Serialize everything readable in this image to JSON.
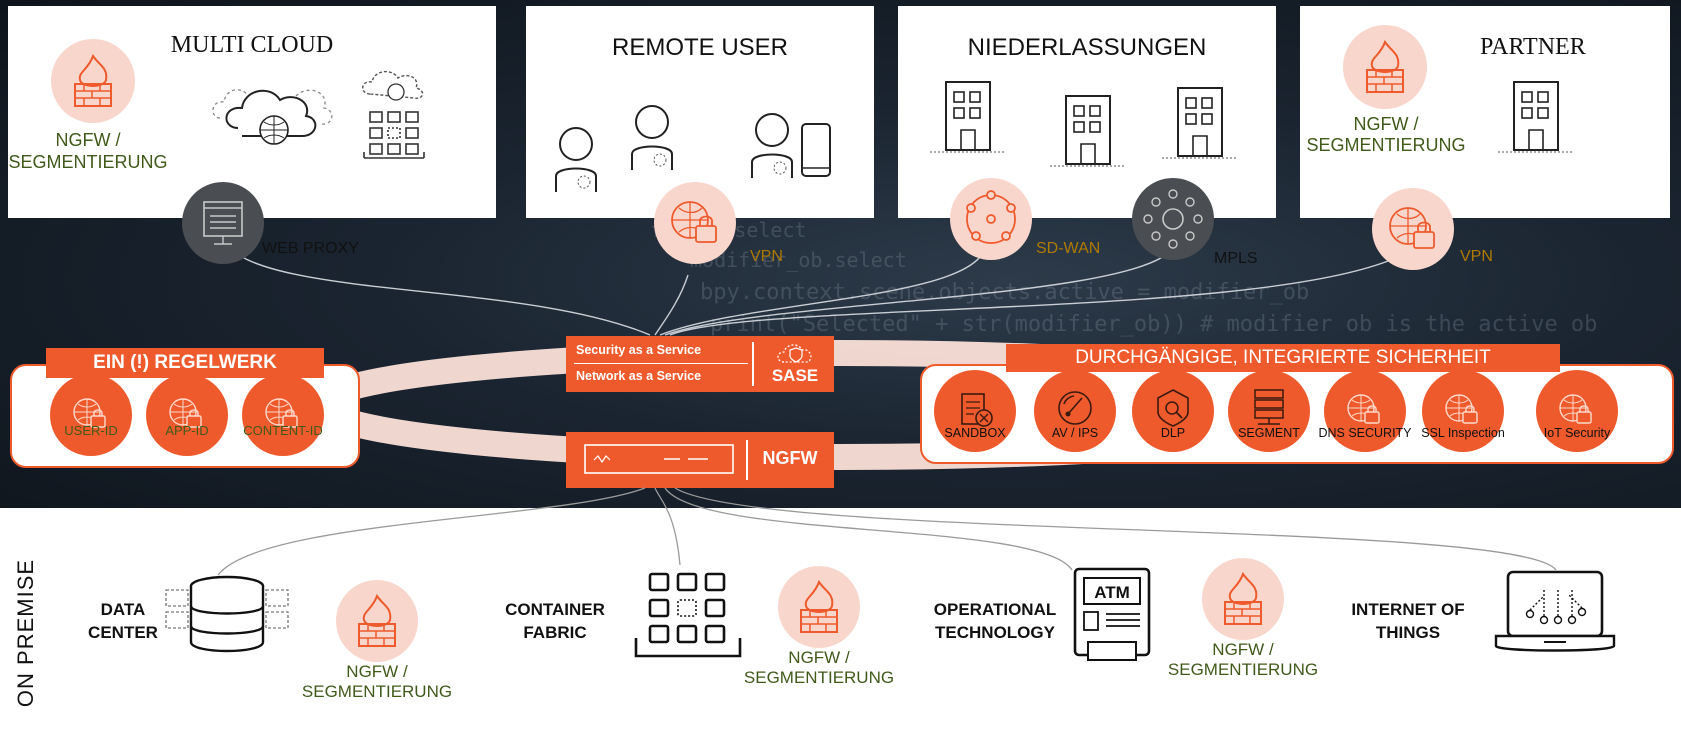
{
  "colors": {
    "orange": "#ee5a2c",
    "pink": "#f9d6cc",
    "dark_bg": "#1a2430",
    "green": "#3f5a1a",
    "gold": "#b07a00"
  },
  "background_code": [
    "for_ob.select",
    "modifier_ob.select",
    "bpy.context.scene.objects.active = modifier_ob",
    "print(\"Selected\" + str(modifier_ob)) # modifier ob is the active ob"
  ],
  "cards": {
    "multicloud": {
      "title": "MULTI CLOUD",
      "ngfw_label_1": "NGFW /",
      "ngfw_label_2": "SEGMENTIERUNG",
      "connector_label": "WEB PROXY",
      "icons": [
        "firewall-icon",
        "cloud-globe-icon",
        "cloud-grid-icon",
        "web-proxy-icon"
      ]
    },
    "remote_user": {
      "title": "REMOTE USER",
      "connector_label": "VPN",
      "icons": [
        "user-icon",
        "user-icon",
        "user-phone-icon",
        "vpn-globe-lock-icon"
      ]
    },
    "niederlassungen": {
      "title": "NIEDERLASSUNGEN",
      "connector_label_1": "SD-WAN",
      "connector_label_2": "MPLS",
      "icons": [
        "building-icon",
        "building-icon",
        "building-icon",
        "sdwan-icon",
        "mpls-icon"
      ]
    },
    "partner": {
      "title": "PARTNER",
      "ngfw_label_1": "NGFW /",
      "ngfw_label_2": "SEGMENTIERUNG",
      "connector_label": "VPN",
      "icons": [
        "firewall-icon",
        "building-icon",
        "vpn-globe-lock-icon"
      ]
    }
  },
  "sase": {
    "line1": "Security as a Service",
    "line2": "Network as a Service",
    "label": "SASE"
  },
  "ngfw_box": {
    "label": "NGFW"
  },
  "regelwerk": {
    "title": "EIN (!) REGELWERK",
    "items": [
      {
        "label": "USER-ID",
        "icon": "globe-lock-icon"
      },
      {
        "label": "APP-ID",
        "icon": "globe-lock-icon"
      },
      {
        "label": "CONTENT-ID",
        "icon": "globe-lock-icon"
      }
    ]
  },
  "sicherheit": {
    "title": "DURCHGÄNGIGE, INTEGRIERTE SICHERHEIT",
    "items": [
      {
        "label": "SANDBOX",
        "icon": "sandbox-icon"
      },
      {
        "label": "AV / IPS",
        "icon": "av-ips-icon"
      },
      {
        "label": "DLP",
        "icon": "dlp-icon"
      },
      {
        "label": "SEGMENT",
        "icon": "segment-icon"
      },
      {
        "label": "DNS SECURITY",
        "icon": "globe-lock-icon"
      },
      {
        "label": "SSL Inspection",
        "icon": "globe-lock-icon"
      },
      {
        "label": "IoT Security",
        "icon": "globe-lock-icon"
      }
    ]
  },
  "on_premise": {
    "side_label": "ON PREMISE",
    "sites": [
      {
        "label_1": "DATA",
        "label_2": "CENTER",
        "icon": "database-icon"
      },
      {
        "label_1": "CONTAINER",
        "label_2": "FABRIC",
        "icon": "container-grid-icon"
      },
      {
        "label_1": "OPERATIONAL",
        "label_2": "TECHNOLOGY",
        "icon": "atm-icon",
        "icon_text": "ATM"
      },
      {
        "label_1": "INTERNET OF",
        "label_2": "THINGS",
        "icon": "laptop-iot-icon"
      }
    ],
    "ngfw_labels": [
      {
        "l1": "NGFW /",
        "l2": "SEGMENTIERUNG"
      },
      {
        "l1": "NGFW /",
        "l2": "SEGMENTIERUNG"
      },
      {
        "l1": "NGFW /",
        "l2": "SEGMENTIERUNG"
      }
    ]
  }
}
